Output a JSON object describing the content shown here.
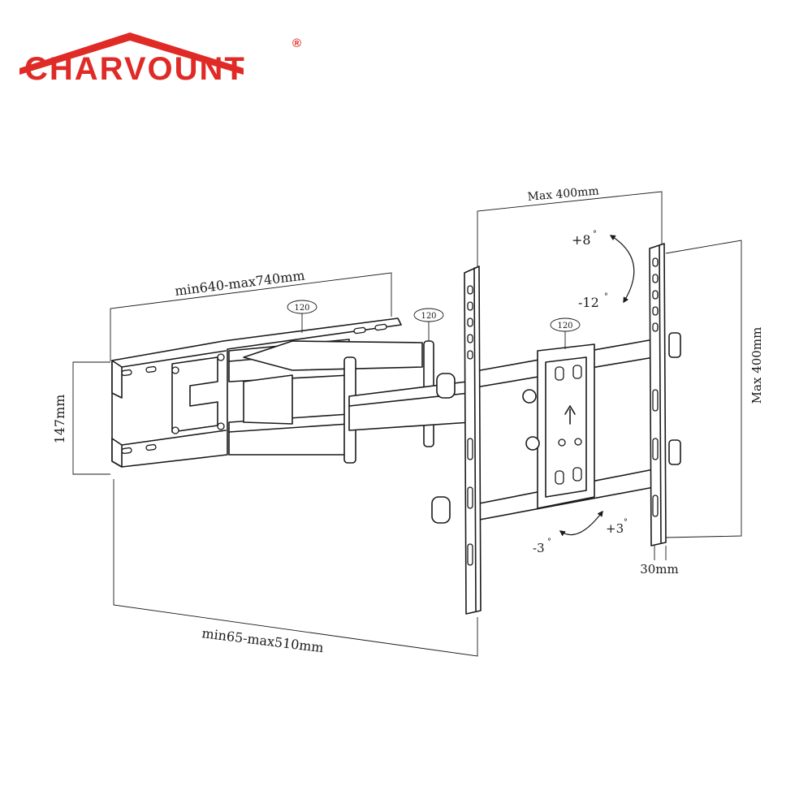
{
  "brand": {
    "name": "CHARVOUNT",
    "registered_mark": "®",
    "color": "#e02a26"
  },
  "dimensions": {
    "arm_extension": "min640-max740mm",
    "wall_plate_height": "147mm",
    "wall_distance": "min65-max510mm",
    "vesa_width": "Max 400mm",
    "vesa_height": "Max 400mm",
    "profile_depth": "30mm"
  },
  "rotations": {
    "swivel_wall": "120",
    "swivel_elbow": "120",
    "swivel_head": "120",
    "degree_symbol": "°"
  },
  "tilt": {
    "up": "+8",
    "down": "-12"
  },
  "level": {
    "left": "-3",
    "right": "+3"
  }
}
